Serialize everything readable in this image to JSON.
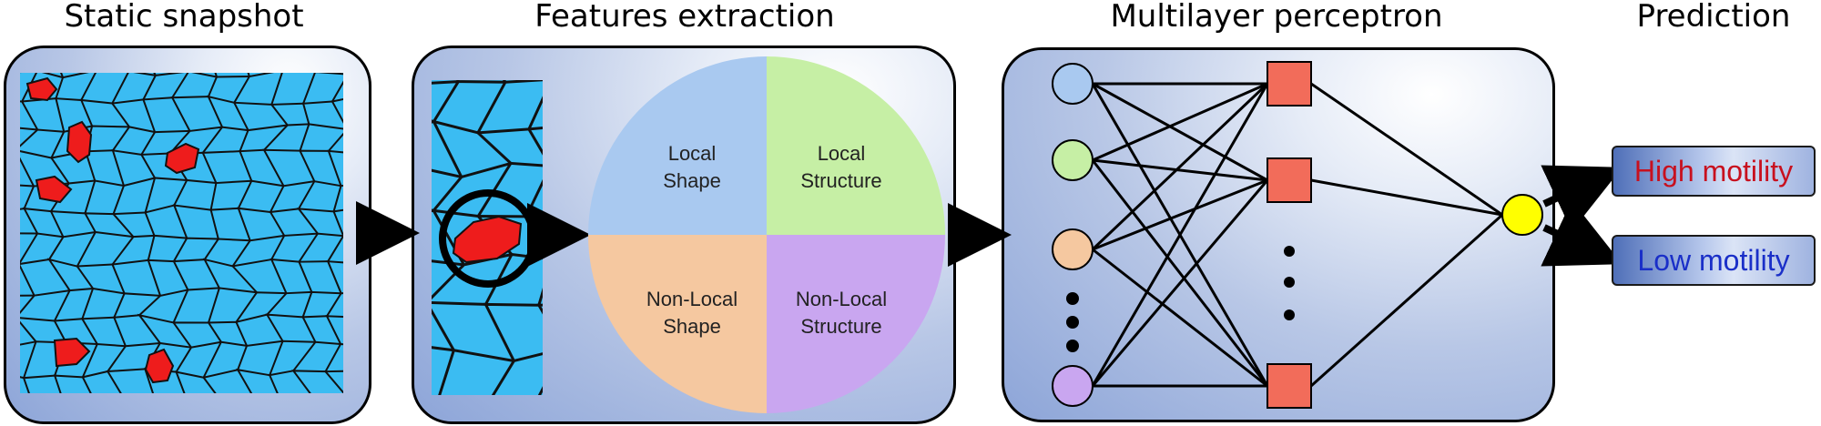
{
  "titles": {
    "snapshot": "Static snapshot",
    "features": "Features extraction",
    "mlp": "Multilayer perceptron",
    "prediction": "Prediction"
  },
  "quadrants": {
    "top_left": [
      "Local",
      "Shape"
    ],
    "top_right": [
      "Local",
      "Structure"
    ],
    "bottom_left": [
      "Non-Local",
      "Shape"
    ],
    "bottom_right": [
      "Non-Local",
      "Structure"
    ]
  },
  "predictions": {
    "high": "High motility",
    "low": "Low motility"
  },
  "colors": {
    "cell_fill": "#3bbcf2",
    "cell_highlight": "#ee1c1c",
    "quad_top_left": "#a9c9f0",
    "quad_top_right": "#c6efa5",
    "quad_bottom_left": "#f5c8a0",
    "quad_bottom_right": "#c9a6f0",
    "hidden_node": "#f26c5a",
    "output_node": "#ffff00",
    "high_text": "#c8101e",
    "low_text": "#1a2fc8"
  },
  "input_node_colors": [
    "#a9c9f0",
    "#c6efa5",
    "#f5c8a0",
    "#c9a6f0"
  ]
}
